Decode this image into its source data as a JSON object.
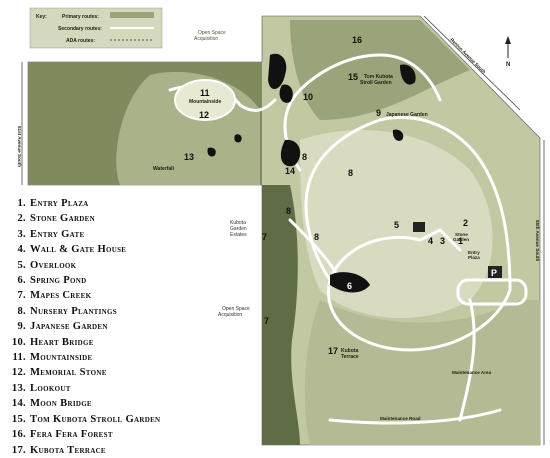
{
  "key": {
    "title": "Key:",
    "routes": [
      "Primary routes:",
      "Secondary routes:",
      "ADA routes:"
    ]
  },
  "legend": [
    {
      "num": "1.",
      "label": "Entry Plaza"
    },
    {
      "num": "2.",
      "label": "Stone Garden"
    },
    {
      "num": "3.",
      "label": "Entry Gate"
    },
    {
      "num": "4.",
      "label": "Wall & Gate House"
    },
    {
      "num": "5.",
      "label": "Overlook"
    },
    {
      "num": "6.",
      "label": "Spring Pond"
    },
    {
      "num": "7.",
      "label": "Mapes Creek"
    },
    {
      "num": "8.",
      "label": "Nursery Plantings"
    },
    {
      "num": "9.",
      "label": "Japanese Garden"
    },
    {
      "num": "10.",
      "label": "Heart Bridge"
    },
    {
      "num": "11.",
      "label": "Mountainside"
    },
    {
      "num": "12.",
      "label": "Memorial Stone"
    },
    {
      "num": "13.",
      "label": "Lookout"
    },
    {
      "num": "14.",
      "label": "Moon Bridge"
    },
    {
      "num": "15.",
      "label": "Tom Kubota Stroll Garden"
    },
    {
      "num": "16.",
      "label": "Fera Fera Forest"
    },
    {
      "num": "17.",
      "label": "Kubota Terrace"
    }
  ],
  "map_labels": {
    "open_space_top": "Open Space\nAcquisition",
    "open_space_bottom": "Open Space\nAcquisition",
    "kubota_estates": "Kubota\nGarden\nEstates",
    "renton_ave": "Renton Avenue South",
    "ave_51": "51st Avenue South",
    "ave_55": "55th Avenue South",
    "mountainside": "Mountainside",
    "waterfall": "Waterfall",
    "tom_kubota": "Tom Kubota\nStroll Garden",
    "japanese_garden": "Japanese Garden",
    "stone_garden": "Stone\nGarden",
    "entry_plaza": "Entry\nPlaza",
    "kubota_terrace": "Kubota\nTerrace",
    "maintenance_area": "Maintenance Area",
    "maintenance_road": "Maintenance Road",
    "north": "N",
    "parking": "P",
    "restroom": "🚻"
  },
  "markers": {
    "n1": "1",
    "n2": "2",
    "n3": "3",
    "n4": "4",
    "n5": "5",
    "n6": "6",
    "n7a": "7",
    "n7b": "7",
    "n8a": "8",
    "n8b": "8",
    "n8c": "8",
    "n8d": "8",
    "n9": "9",
    "n10": "10",
    "n11": "11",
    "n12": "12",
    "n13": "13",
    "n14": "14",
    "n15": "15",
    "n16": "16",
    "n17": "17"
  },
  "colors": {
    "dark_green": "#6b7a4e",
    "mid_green": "#a0ab82",
    "light_green": "#c7ccaa",
    "pale": "#e2e4cf",
    "path": "#ffffff",
    "water": "#111111"
  }
}
